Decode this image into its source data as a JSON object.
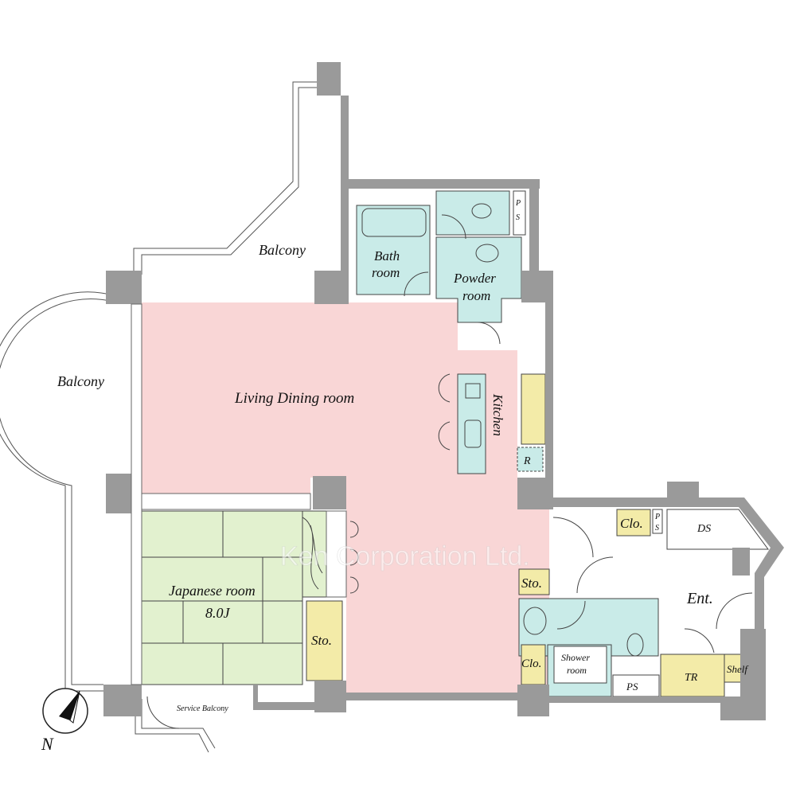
{
  "watermark": "Ken Corporation Ltd.",
  "colors": {
    "wall": "#9a9a9a",
    "living": "#f9d6d6",
    "japanese": "#e2f1cf",
    "wet": "#c9ebe8",
    "storage": "#f3eba8"
  },
  "rooms": {
    "balcony_top": "Balcony",
    "balcony_left": "Balcony",
    "bath": [
      "Bath",
      "room"
    ],
    "powder": [
      "Powder",
      "room"
    ],
    "living": "Living Dining room",
    "kitchen": "Kitchen",
    "refrigerator": "R",
    "japanese": [
      "Japanese room",
      "8.0J"
    ],
    "sto_japanese": "Sto.",
    "sto_hall": "Sto.",
    "clo_top": "Clo.",
    "ps_top": [
      "P",
      "S"
    ],
    "ds": "DS",
    "entrance": "Ent.",
    "clo_bottom": "Clo.",
    "shower": [
      "Shower",
      "room"
    ],
    "ps_bottom": "PS",
    "tr": "TR",
    "shelf": "Shelf",
    "service_balcony": "Service Balcony"
  },
  "compass": {
    "label": "N"
  }
}
